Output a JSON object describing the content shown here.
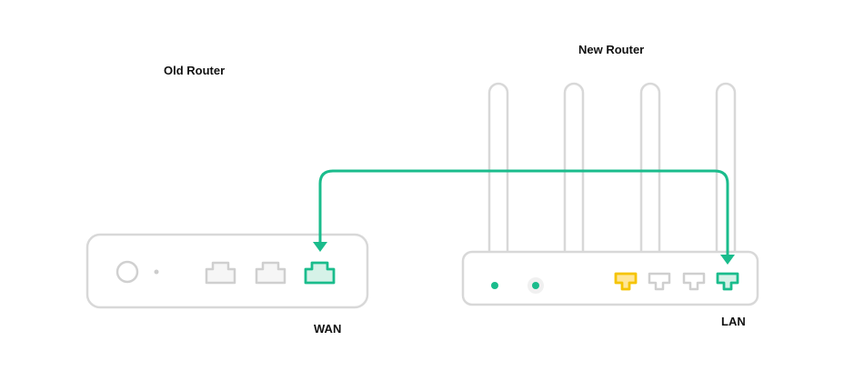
{
  "titles": {
    "old_router": "Old Router",
    "new_router": "New Router"
  },
  "port_labels": {
    "wan": "WAN",
    "lan": "LAN"
  },
  "colors": {
    "accent_green": "#1abc8c",
    "green_fill": "#d6f2e8",
    "yellow": "#f5c400",
    "outline_gray": "#d8d8d8",
    "port_gray": "#cfcfcf"
  },
  "connection": {
    "from": "New Router LAN port",
    "to": "Old Router WAN port"
  }
}
